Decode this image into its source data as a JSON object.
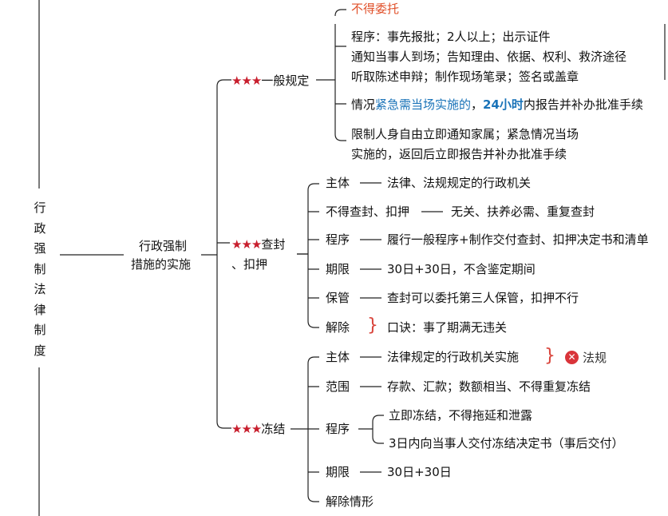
{
  "root": {
    "title_chars": [
      "行",
      "政",
      "强",
      "制",
      "法",
      "律",
      "制",
      "度"
    ]
  },
  "level1": {
    "line1": "行政强制",
    "line2": "措施的实施"
  },
  "stars": "★★★",
  "general": {
    "label": "一般规定",
    "items": {
      "no_delegate": "不得委托",
      "procedure": "程序：事先报批；2人以上；出示证件",
      "notify": "通知当事人到场；告知理由、依据、权利、救济途径",
      "hear": "听取陈述申辩；制作现场笔录；签名或盖章",
      "urgent_prefix": "情况",
      "urgent_highlight": "紧急需当场实施的",
      "urgent_sep": "，",
      "urgent_hours": "24小时",
      "urgent_suffix": "内报告并补办批准手续",
      "restrict_1": "限制人身自由立即通知家属；紧急情况当场",
      "restrict_2": "实施的，返回后立即报告并补办批准手续"
    }
  },
  "seize": {
    "label_1": "查封",
    "label_2": "、扣押",
    "rows": {
      "subject_k": "主体",
      "subject_v": "法律、法规规定的行政机关",
      "forbid_k": "不得查封、扣押",
      "forbid_v": "无关、扶养必需、重复查封",
      "procedure_k": "程序",
      "procedure_v": "履行一般程序+制作交付查封、扣押决定书和清单",
      "period_k": "期限",
      "period_v": "30日+30日，不含鉴定期间",
      "custody_k": "保管",
      "custody_v": "查封可以委托第三人保管，扣押不行",
      "release_k": "解除",
      "release_v": "口诀：事了期满无违关"
    }
  },
  "freeze": {
    "label": "冻结",
    "rows": {
      "subject_k": "主体",
      "subject_v": "法律规定的行政机关实施",
      "subject_note": "法规",
      "scope_k": "范围",
      "scope_v": "存款、汇款；数额相当、不得重复冻结",
      "procedure_k": "程序",
      "procedure_v1": "立即冻结，不得拖延和泄露",
      "procedure_v2": "3日内向当事人交付冻结决定书（事后交付）",
      "period_k": "期限",
      "period_v": "30日+30日",
      "release_k": "解除情形"
    }
  },
  "colors": {
    "star": "#c81e2d",
    "warning": "#e0502a",
    "highlight": "#1a73b8",
    "brace": "#d9433a"
  },
  "icons": {
    "brace": "}",
    "cross": "✕"
  }
}
